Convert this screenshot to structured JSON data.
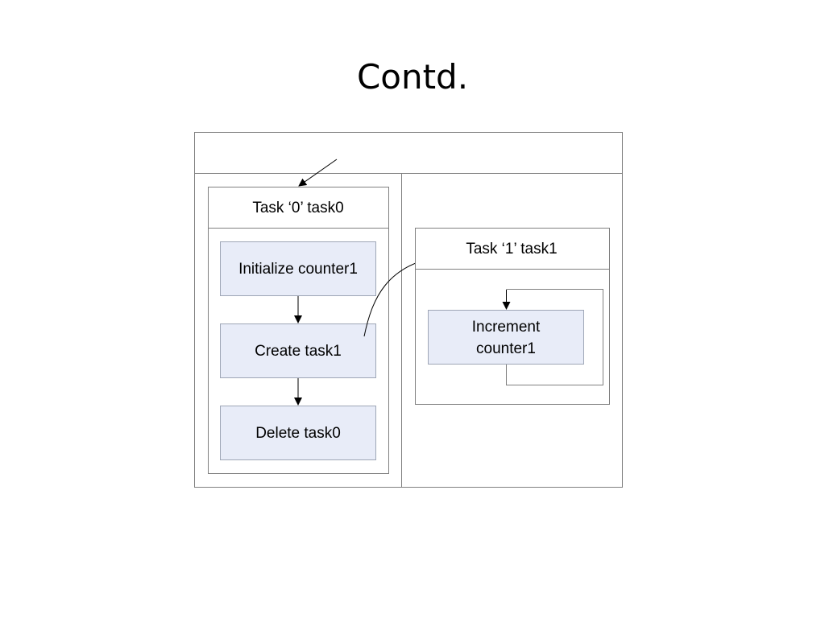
{
  "slide": {
    "title": "Contd."
  },
  "diagram": {
    "task0": {
      "header": "Task ‘0’ task0",
      "steps": [
        "Initialize counter1",
        "Create task1",
        "Delete task0"
      ]
    },
    "task1": {
      "header": "Task ‘1’ task1",
      "step_line1": "Increment",
      "step_line2": "counter1"
    },
    "colors": {
      "process_fill": "#e8ecf8",
      "process_stroke": "#9ea6b6",
      "frame_stroke": "#808080",
      "arrow": "#000000"
    }
  }
}
